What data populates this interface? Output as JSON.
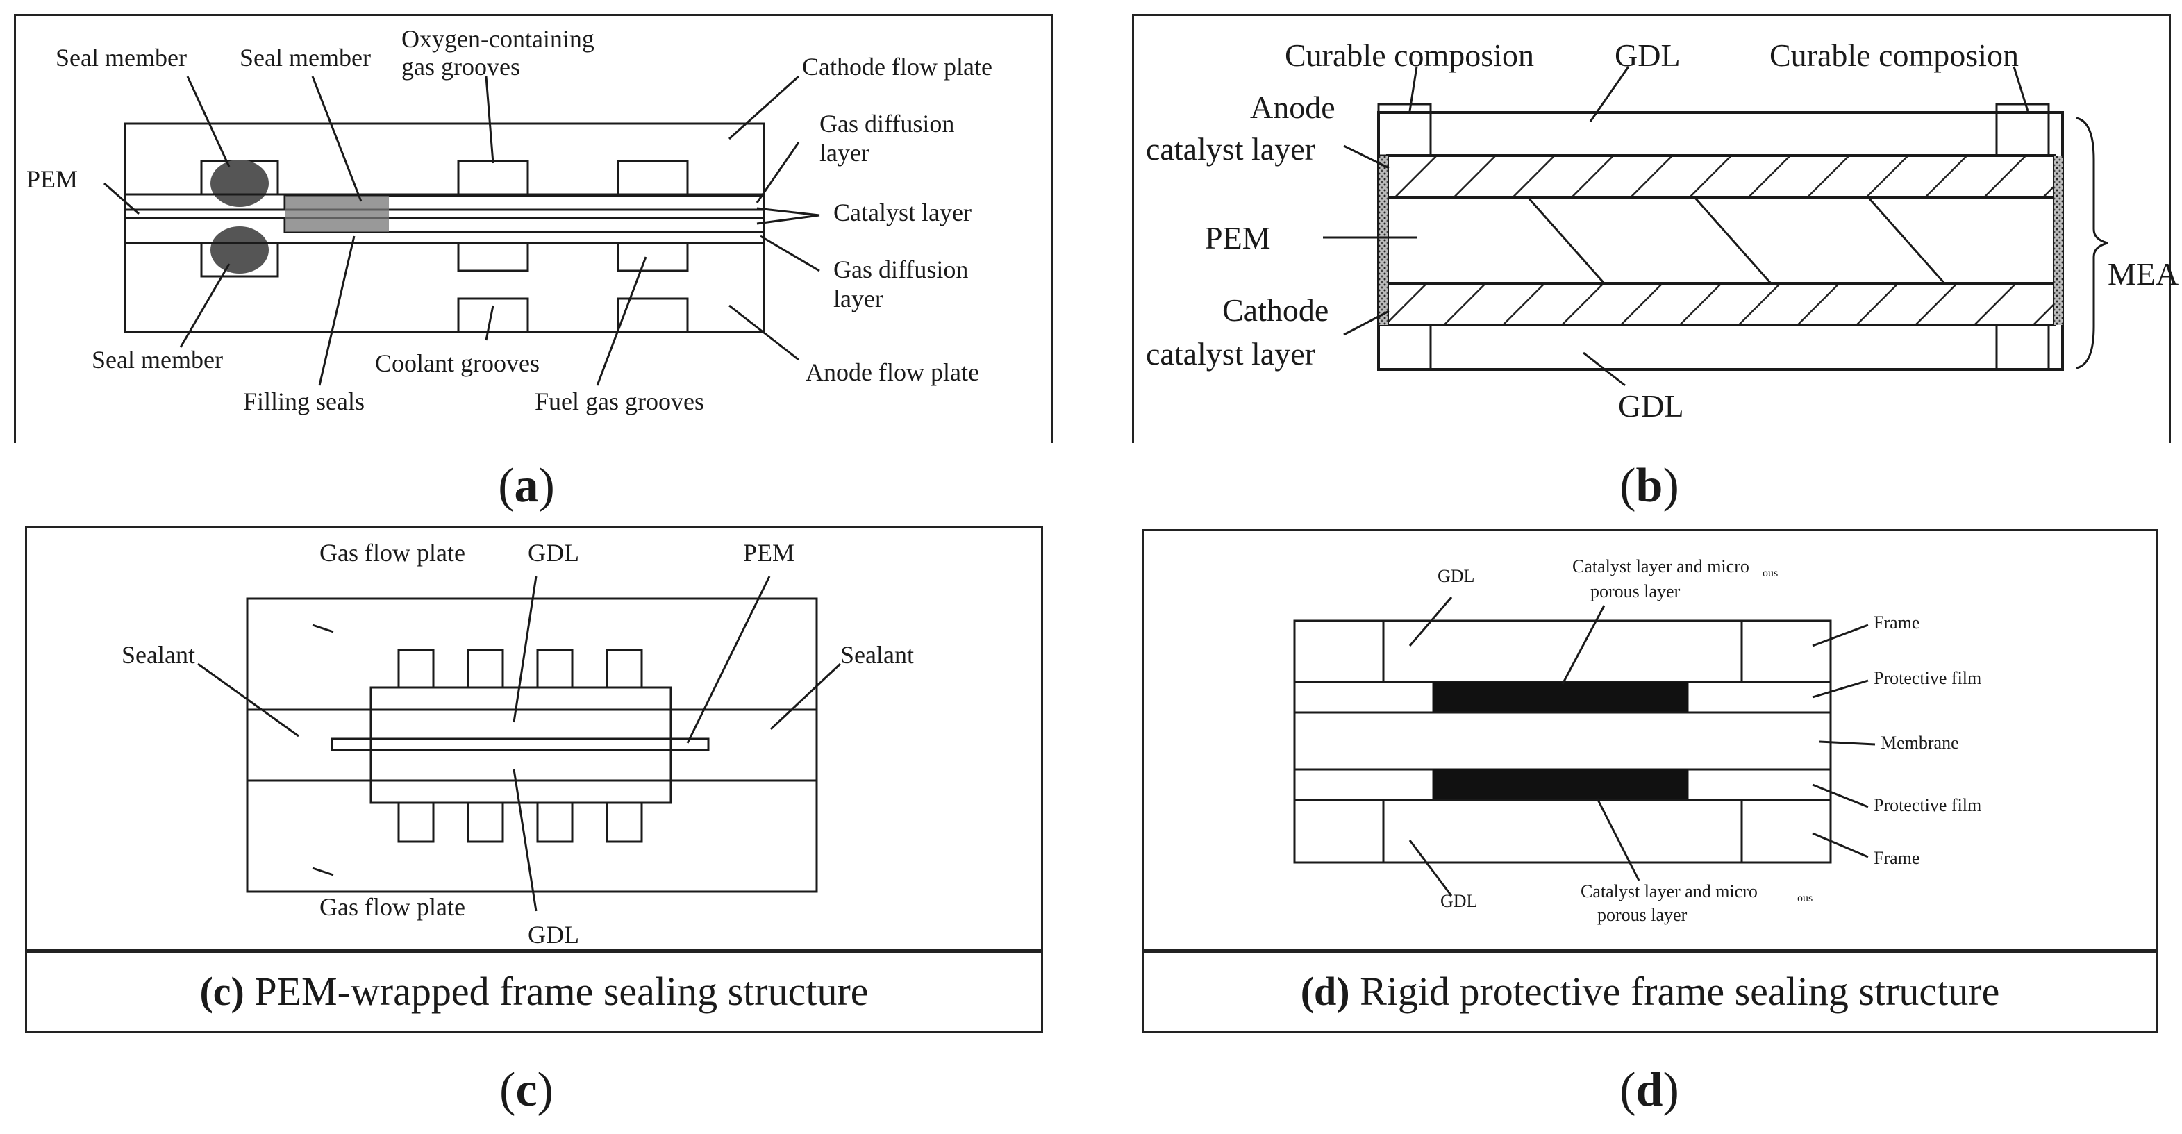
{
  "panels": {
    "a": {
      "label_open": "(",
      "label_letter": "a",
      "label_close": ")",
      "labels": {
        "seal_member_1": "Seal member",
        "seal_member_2": "Seal member",
        "oxygen_grooves_1": "Oxygen-containing",
        "oxygen_grooves_2": "gas grooves",
        "cathode_flow_plate": "Cathode flow plate",
        "gdl_top_1": "Gas diffusion",
        "gdl_top_2": "layer",
        "pem": "PEM",
        "catalyst_layer": "Catalyst layer",
        "gdl_bottom_1": "Gas diffusion",
        "gdl_bottom_2": "layer",
        "seal_member_3": "Seal member",
        "coolant_grooves": "Coolant grooves",
        "anode_flow_plate": "Anode flow plate",
        "filling_seals": "Filling seals",
        "fuel_gas_grooves": "Fuel gas grooves"
      }
    },
    "b": {
      "label_open": "(",
      "label_letter": "b",
      "label_close": ")",
      "labels": {
        "curable_left": "Curable composion",
        "gdl_top": "GDL",
        "curable_right": "Curable composion",
        "anode_1": "Anode",
        "anode_2": "catalyst layer",
        "pem": "PEM",
        "mea": "MEA",
        "cathode_1": "Cathode",
        "cathode_2": "catalyst layer",
        "gdl_bottom": "GDL"
      }
    },
    "c": {
      "label_open": "(",
      "label_letter": "c",
      "label_close": ")",
      "caption_bold": "(c)",
      "caption_text": " PEM-wrapped frame sealing structure",
      "labels": {
        "gas_flow_plate_top": "Gas flow plate",
        "gdl_top": "GDL",
        "pem": "PEM",
        "sealant_left": "Sealant",
        "sealant_right": "Sealant",
        "gas_flow_plate_bottom": "Gas flow plate",
        "gdl_bottom": "GDL"
      }
    },
    "d": {
      "label_open": "(",
      "label_letter": "d",
      "label_close": ")",
      "caption_bold": "(d)",
      "caption_text": " Rigid protective frame sealing structure",
      "labels": {
        "gdl_top": "GDL",
        "catalyst_top_1": "Catalyst layer and micro",
        "catalyst_top_sub": "ous",
        "catalyst_top_2": "porous layer",
        "frame_top": "Frame",
        "protective_top": "Protective film",
        "membrane": "Membrane",
        "protective_bottom": "Protective film",
        "frame_bottom": "Frame",
        "gdl_bottom": "GDL",
        "catalyst_bottom_1": "Catalyst layer and micro",
        "catalyst_bottom_sub": "ous",
        "catalyst_bottom_2": "porous layer"
      }
    }
  }
}
